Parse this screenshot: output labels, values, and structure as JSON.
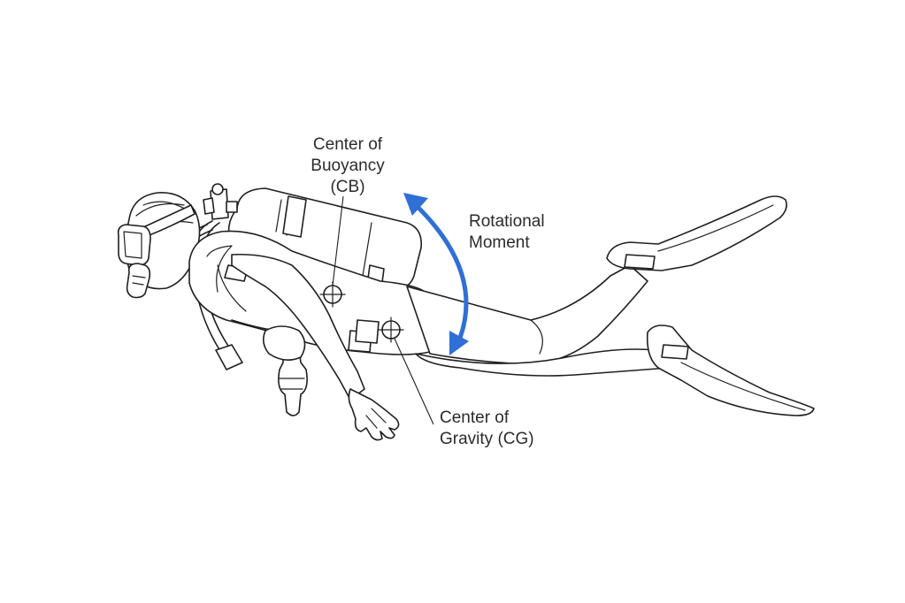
{
  "labels": {
    "cb_line1": "Center of",
    "cb_line2": "Buoyancy",
    "cb_line3": "(CB)",
    "moment_line1": "Rotational",
    "moment_line2": "Moment",
    "cg_line1": "Center of",
    "cg_line2": "Gravity (CG)"
  },
  "colors": {
    "background": "#ffffff",
    "line_art": "#1f1f1f",
    "text": "#2b2b2b",
    "moment_arrow": "#2f6fd6"
  }
}
